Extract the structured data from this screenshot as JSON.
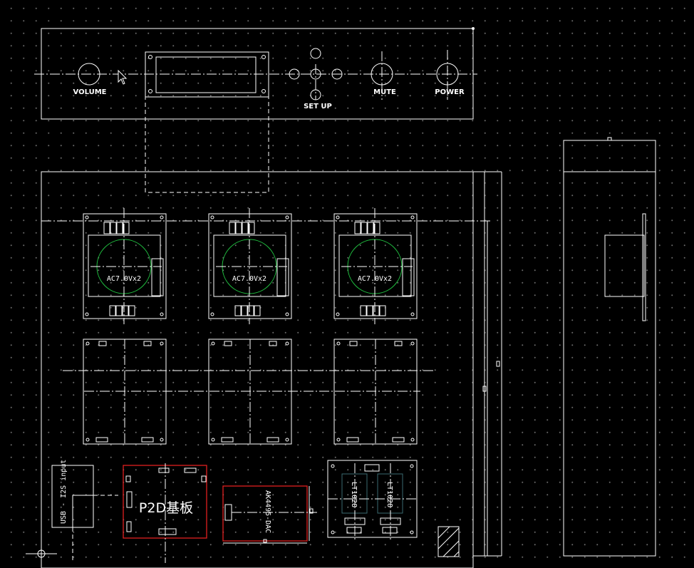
{
  "front_panel": {
    "volume_label": "VOLUME",
    "setup_label": "SET UP",
    "mute_label": "MUTE",
    "power_label": "POWER"
  },
  "power_modules": {
    "label": "AC7.0Vx2"
  },
  "boards": {
    "usb_label": "USB - I2S input",
    "p2d_label": "P2D基板",
    "dac_label": "AK4495-DAC",
    "ld1_label": "LT1028",
    "ld2_label": "LT1028"
  },
  "colors": {
    "background": "#000000",
    "line": "#ffffff",
    "highlight": "#e02020",
    "transformer": "#20c040"
  }
}
